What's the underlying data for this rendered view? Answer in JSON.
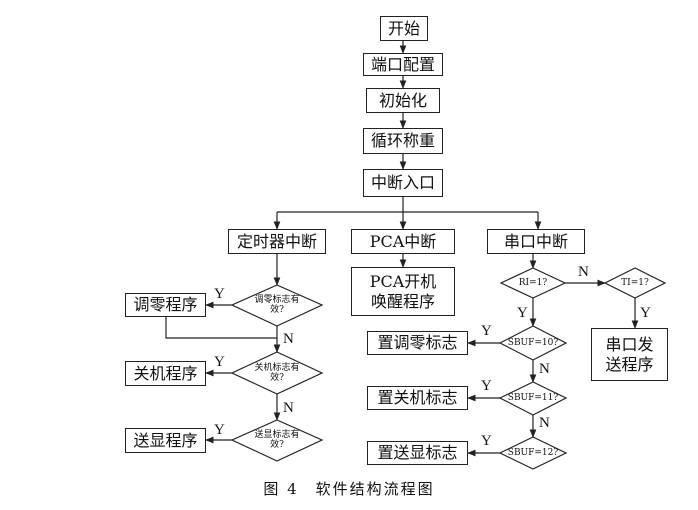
{
  "nodes": {
    "start": "开始",
    "port_config": "端口配置",
    "init": "初始化",
    "loop_weigh": "循环称重",
    "int_entry": "中断入口",
    "timer_int": "定时器中断",
    "pca_int": "PCA中断",
    "serial_int": "串口中断",
    "pca_wake": "PCA开机唤醒程序",
    "zero_prog": "调零程序",
    "power_prog": "关机程序",
    "send_prog": "送显程序",
    "set_zero_flag": "置调零标志",
    "set_power_flag": "置关机标志",
    "set_send_flag": "置送显标志",
    "serial_send": "串口发送程序"
  },
  "decisions": {
    "zero_valid": "调零标志有效?",
    "power_valid": "关机标志有效?",
    "send_valid": "送显标志有效?",
    "ri": "RI=1?",
    "ti": "TI=1?",
    "sbuf10": "SBUF=10?",
    "sbuf11": "SBUF=11?",
    "sbuf12": "SBUF=12?"
  },
  "labels": {
    "yes": "Y",
    "no": "N"
  },
  "caption": "图 4　软件结构流程图"
}
